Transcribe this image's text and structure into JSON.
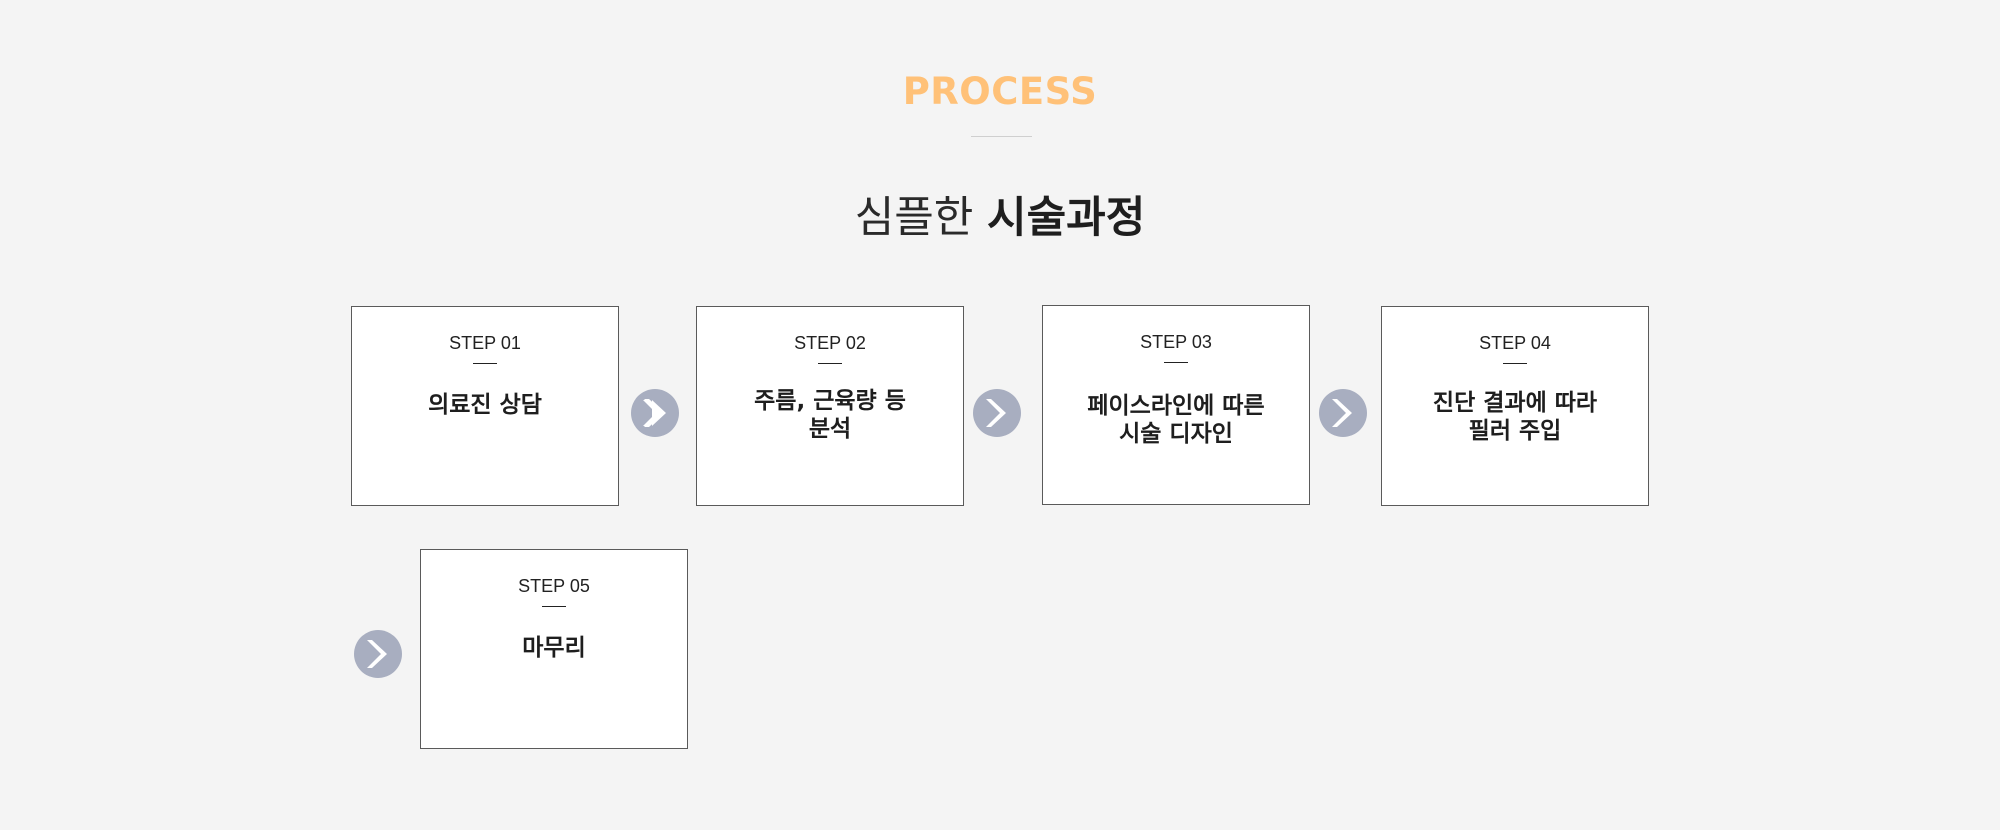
{
  "section": {
    "eyebrow": "PROCESS",
    "heading_light": "심플한",
    "heading_bold": "시술과정"
  },
  "steps": [
    {
      "label": "STEP 01",
      "title": "의료진 상담"
    },
    {
      "label": "STEP 02",
      "title": "주름, 근육량 등\n분석"
    },
    {
      "label": "STEP 03",
      "title": "페이스라인에 따른\n시술 디자인"
    },
    {
      "label": "STEP 04",
      "title": "진단 결과에 따라\n필러 주입"
    },
    {
      "label": "STEP 05",
      "title": "마무리"
    }
  ],
  "icons": {
    "arrow": "chevron-right-icon"
  },
  "colors": {
    "background": "#f4f4f4",
    "accent": "#ffc178",
    "arrow_circle": "#a8aec0",
    "card_border": "#5a5a5a",
    "text": "#1e1e1e"
  }
}
